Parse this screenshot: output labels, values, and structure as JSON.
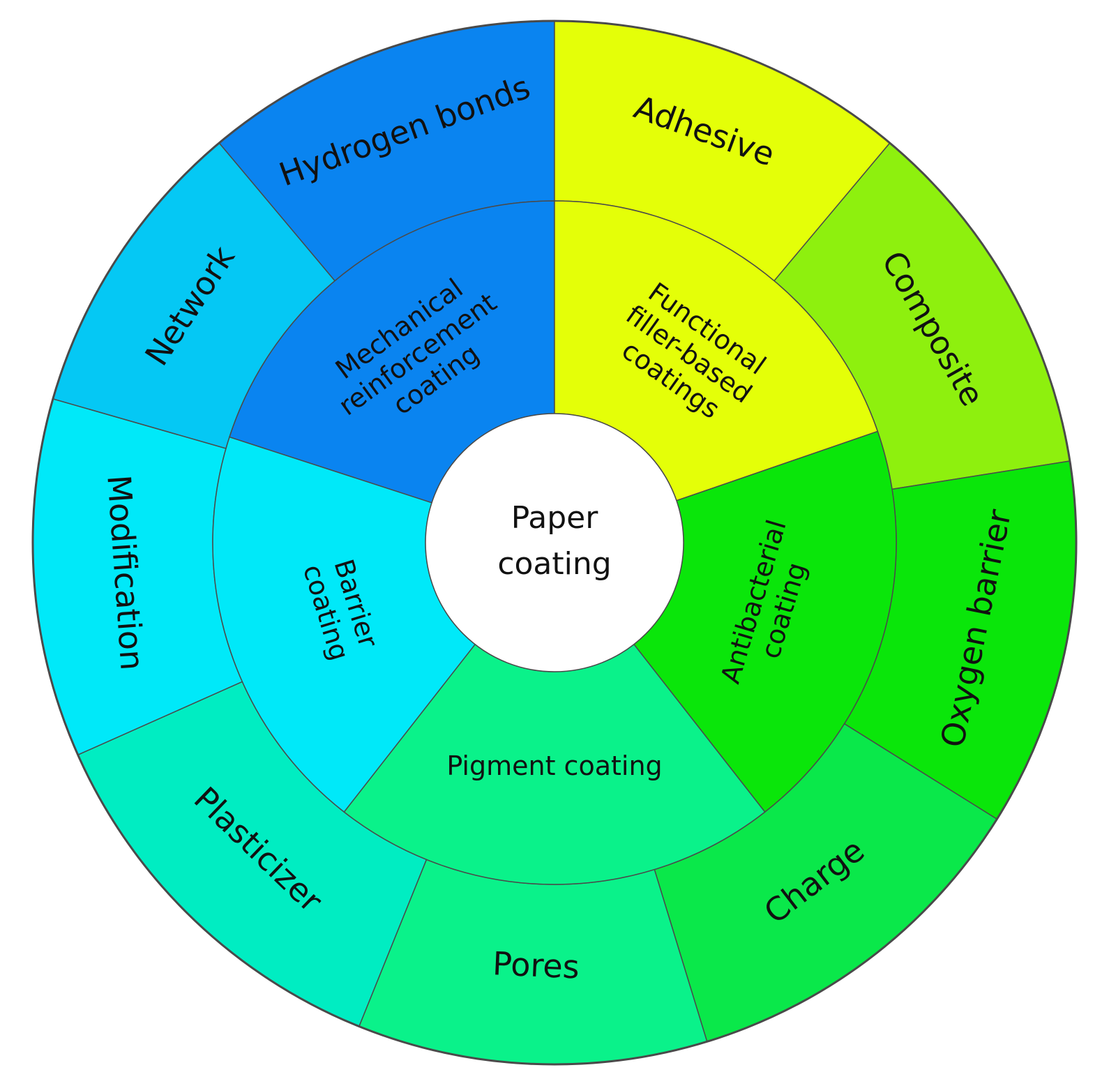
{
  "center": {
    "lines": [
      "Paper",
      "coating"
    ],
    "color": "#ffffff"
  },
  "inner_ring": [
    {
      "lines": [
        "Mechanical",
        "reinforcement",
        "coating"
      ],
      "color": "#0a84f0"
    },
    {
      "lines": [
        "Functional",
        "filler-based",
        "coatings"
      ],
      "color": "#e4ff08"
    },
    {
      "lines": [
        "Antibacterial",
        "coating"
      ],
      "color": "#0ae60a"
    },
    {
      "lines": [
        "Pigment coating"
      ],
      "color": "#0af28a"
    },
    {
      "lines": [
        "Barrier",
        "coating"
      ],
      "color": "#00e9f9"
    }
  ],
  "outer_ring": [
    {
      "label": "Hydrogen bonds",
      "color": "#0a84f0"
    },
    {
      "label": "Adhesive",
      "color": "#e4ff08"
    },
    {
      "label": "Composite",
      "color": "#8ef00e"
    },
    {
      "label": "Oxygen barrier",
      "color": "#0ae60a"
    },
    {
      "label": "Charge",
      "color": "#0ae84a"
    },
    {
      "label": "Pores",
      "color": "#0af28a"
    },
    {
      "label": "Plasticizer",
      "color": "#00edc2"
    },
    {
      "label": "Modification",
      "color": "#00e9f9"
    },
    {
      "label": "Network",
      "color": "#05c8f4"
    }
  ],
  "stroke_color": "#4a4a4a"
}
